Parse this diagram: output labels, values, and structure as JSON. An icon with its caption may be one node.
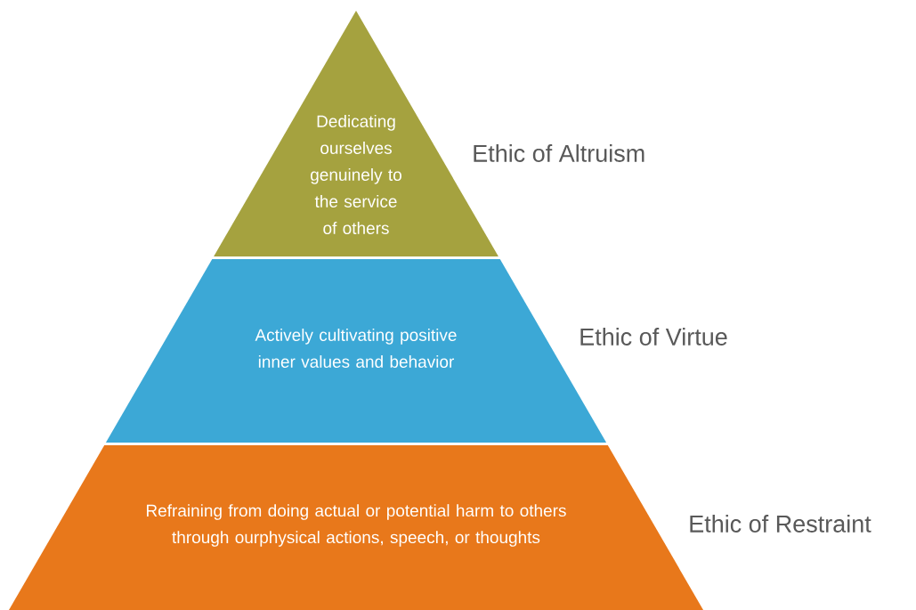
{
  "diagram": {
    "nodes": [
      {
        "text": [
          "Dedicating ourselves genuinely to the service of others"
        ],
        "beside": [
          "Ethic of Altruism"
        ]
      },
      {
        "text": [
          "Actively cultivating positive inner values and behavior"
        ],
        "beside": [
          "Ethic of Virtue"
        ]
      },
      {
        "text": [
          "Refraining from doing actual or potential harm to others through ourphysical actions, speech, or thoughts"
        ],
        "beside": [
          "Ethic of Restraint"
        ]
      }
    ]
  }
}
